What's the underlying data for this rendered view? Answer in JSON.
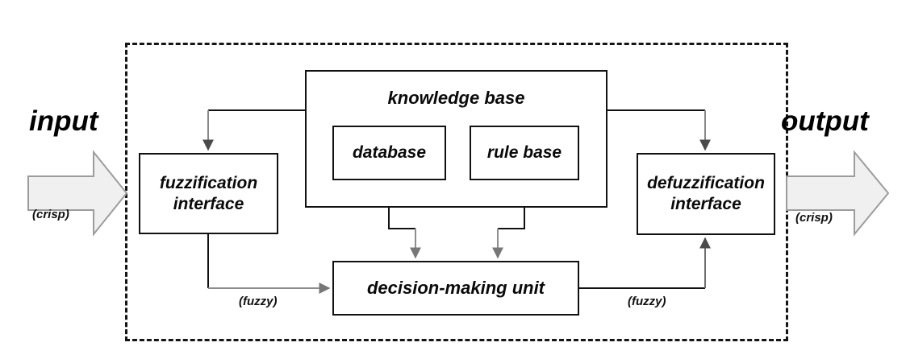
{
  "diagram": {
    "title": "Fuzzy inference system block diagram",
    "type": "block-flow",
    "boundary": {
      "style": "dashed",
      "name": "fuzzy-logic-controller-boundary"
    },
    "colors": {
      "stroke_dark": "#111111",
      "stroke_gray": "#8a8a8a",
      "fill_white": "#ffffff",
      "arrow_fill": "#f0f0f0",
      "arrow_stroke": "#9a9a9a",
      "text": "#000000"
    },
    "nodes": [
      {
        "id": "knowledge-base",
        "label": "knowledge base"
      },
      {
        "id": "fuzzification",
        "label": "fuzzification\ninterface",
        "line1": "fuzzification",
        "line2": "interface"
      },
      {
        "id": "defuzzification",
        "label": "defuzzification\ninterface",
        "line1": "defuzzification",
        "line2": "interface"
      },
      {
        "id": "database",
        "label": "database"
      },
      {
        "id": "rule-base",
        "label": "rule base"
      },
      {
        "id": "decision-making-unit",
        "label": "decision-making unit"
      }
    ],
    "labels": {
      "input": "input",
      "output": "output",
      "crisp_in": "(crisp)",
      "crisp_out": "(crisp)",
      "fuzzy_left": "(fuzzy)",
      "fuzzy_right": "(fuzzy)"
    },
    "arrows": [
      {
        "id": "input-block-arrow",
        "name": "input-arrow",
        "direction": "right"
      },
      {
        "id": "output-block-arrow",
        "name": "output-arrow",
        "direction": "right"
      }
    ],
    "connections": [
      {
        "from": "knowledge-base",
        "to": "fuzzification",
        "signal": ""
      },
      {
        "from": "knowledge-base",
        "to": "defuzzification",
        "signal": ""
      },
      {
        "from": "database",
        "to": "decision-making-unit",
        "signal": ""
      },
      {
        "from": "rule-base",
        "to": "decision-making-unit",
        "signal": ""
      },
      {
        "from": "fuzzification",
        "to": "decision-making-unit",
        "signal": "(fuzzy)"
      },
      {
        "from": "decision-making-unit",
        "to": "defuzzification",
        "signal": "(fuzzy)"
      },
      {
        "from": "input",
        "to": "fuzzification",
        "signal": "(crisp)"
      },
      {
        "from": "defuzzification",
        "to": "output",
        "signal": "(crisp)"
      }
    ]
  }
}
